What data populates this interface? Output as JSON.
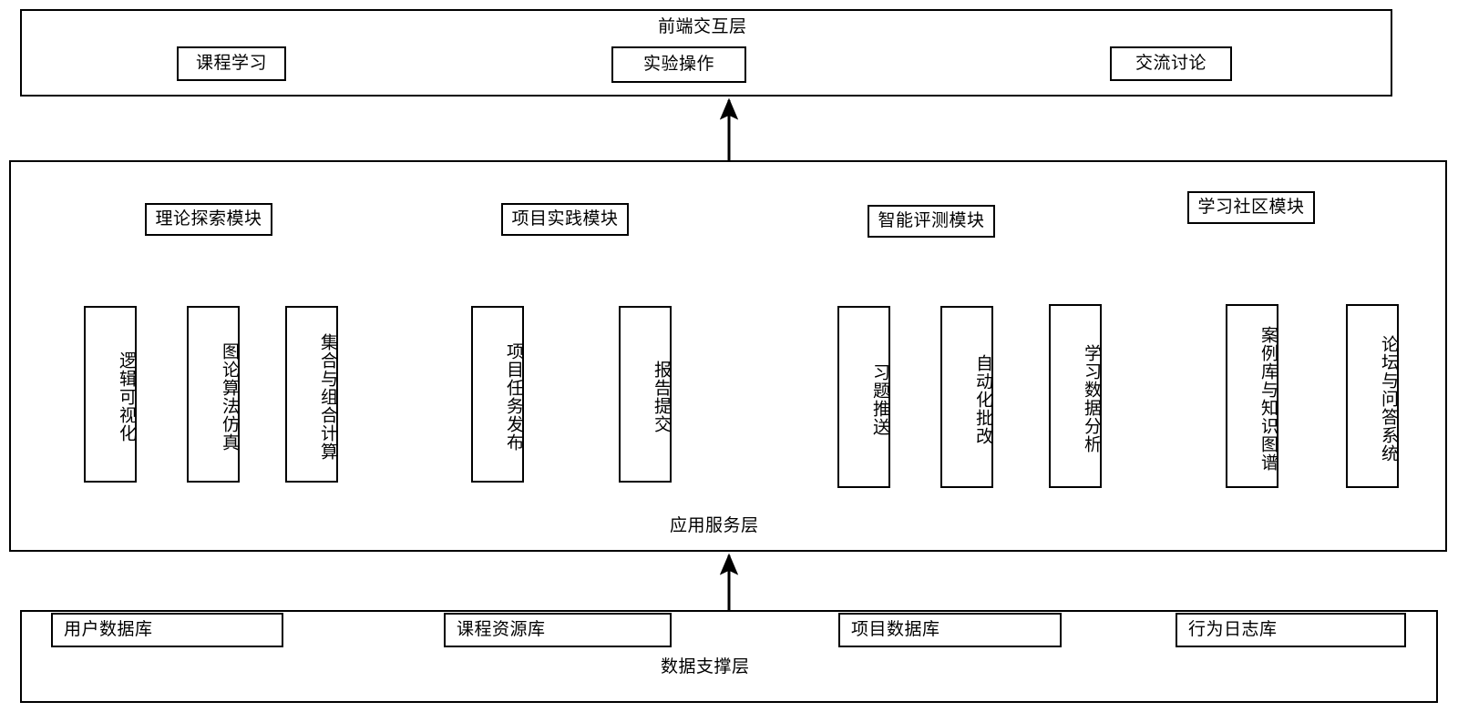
{
  "diagram": {
    "title_layers": {
      "frontend": "前端交互层",
      "application": "应用服务层",
      "data": "数据支撑层"
    }
  },
  "frontend_layer": {
    "label": "前端交互层",
    "items": [
      {
        "label": "课程学习"
      },
      {
        "label": "实验操作"
      },
      {
        "label": "交流讨论"
      }
    ]
  },
  "application_layer": {
    "label": "应用服务层",
    "modules": [
      {
        "label": "理论探索模块",
        "children": [
          {
            "label": "逻辑可视化"
          },
          {
            "label": "图论算法仿真"
          },
          {
            "label": "集合与组合计算"
          }
        ]
      },
      {
        "label": "项目实践模块",
        "children": [
          {
            "label": "项目任务发布"
          },
          {
            "label": "报告提交"
          }
        ]
      },
      {
        "label": "智能评测模块",
        "children": [
          {
            "label": "习题推送"
          },
          {
            "label": "自动化批改"
          },
          {
            "label": "学习数据分析"
          }
        ]
      },
      {
        "label": "学习社区模块",
        "children": [
          {
            "label": "案例库与知识图谱"
          },
          {
            "label": "论坛与问答系统"
          }
        ]
      }
    ]
  },
  "data_layer": {
    "label": "数据支撑层",
    "databases": [
      {
        "label": "用户数据库"
      },
      {
        "label": "课程资源库"
      },
      {
        "label": "项目数据库"
      },
      {
        "label": "行为日志库"
      }
    ]
  },
  "connectors": {
    "app_to_frontend": "arrow-up-icon",
    "data_to_app": "arrow-up-icon"
  },
  "colors": {
    "stroke": "#000000",
    "background": "#ffffff"
  }
}
